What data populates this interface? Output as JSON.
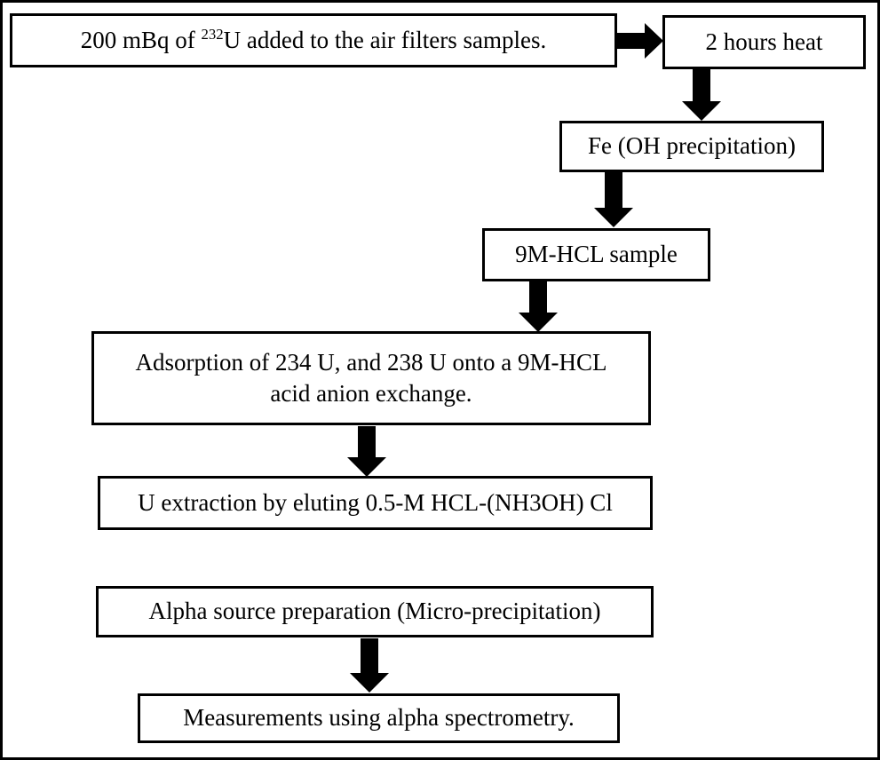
{
  "diagram": {
    "type": "flowchart",
    "colors": {
      "background": "#ffffff",
      "frame_border": "#000000",
      "node_border": "#000000",
      "node_fill": "#ffffff",
      "arrow": "#000000",
      "text": "#000000"
    },
    "nodes": {
      "spike": {
        "text_pre": "200 mBq of ",
        "superscript": "232",
        "text_post": "U added to the air filters samples."
      },
      "heat": {
        "label": "2 hours heat"
      },
      "fe": {
        "label": "Fe (OH precipitation)"
      },
      "hcl_sample": {
        "label": "9M-HCL sample"
      },
      "adsorption": {
        "label": "Adsorption of 234 U, and 238 U onto a 9M-HCL acid anion exchange."
      },
      "u_extraction": {
        "label": "U extraction by eluting 0.5-M HCL-(NH3OH) Cl"
      },
      "alpha_source": {
        "label": "Alpha source preparation (Micro-precipitation)"
      },
      "measurement": {
        "label": "Measurements using alpha spectrometry."
      }
    },
    "edges": [
      {
        "from": "spike",
        "to": "heat",
        "direction": "right"
      },
      {
        "from": "heat",
        "to": "fe",
        "direction": "down"
      },
      {
        "from": "fe",
        "to": "hcl_sample",
        "direction": "down"
      },
      {
        "from": "hcl_sample",
        "to": "adsorption",
        "direction": "down"
      },
      {
        "from": "adsorption",
        "to": "u_extraction",
        "direction": "down"
      },
      {
        "from": "alpha_source",
        "to": "measurement",
        "direction": "down"
      }
    ]
  }
}
